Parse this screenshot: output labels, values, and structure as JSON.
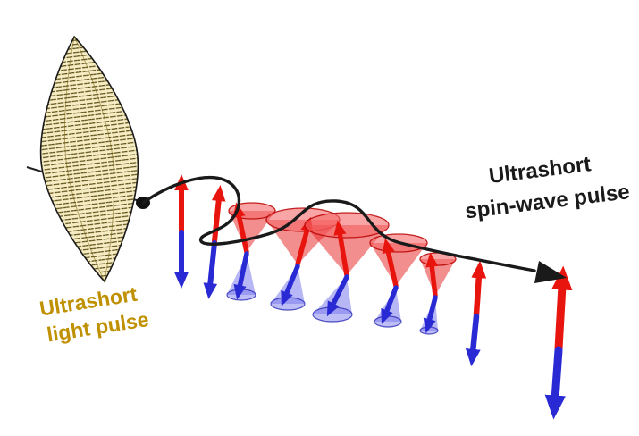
{
  "labels": {
    "light_pulse": {
      "line1": "Ultrashort",
      "line2": "light pulse"
    },
    "spin_wave": {
      "line1": "Ultrashort",
      "line2": "spin-wave pulse"
    }
  },
  "colors": {
    "light_pulse_text": "#bf9000",
    "spin_wave_text": "#1a1a1a",
    "spin_up_arrow": "#e8150f",
    "spin_down_arrow": "#2a2ad4",
    "pulse_fill": "#f6ecc4",
    "pulse_hatch": "#4a3c00",
    "wave_curve": "#1a1a1a"
  }
}
